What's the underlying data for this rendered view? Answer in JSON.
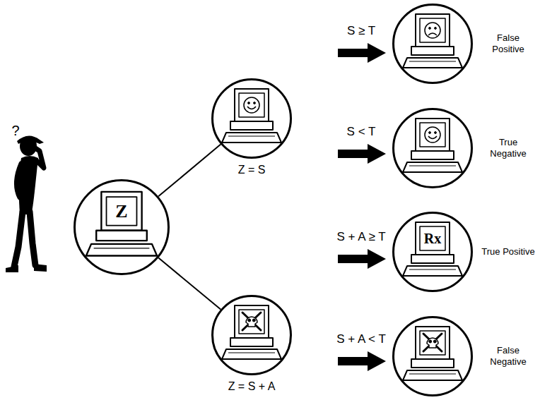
{
  "diagram": {
    "nodes": [
      {
        "text": [
          "Z"
        ]
      },
      {
        "text": [
          "Z = S"
        ]
      },
      {
        "text": [
          "Z = S + A"
        ]
      },
      {
        "text": [
          "False Positive"
        ]
      },
      {
        "text": [
          "True Negative"
        ]
      },
      {
        "text": [
          "Rx",
          "True Positive"
        ]
      },
      {
        "text": [
          "False Negative"
        ]
      }
    ],
    "edges": [
      {
        "from": 0,
        "to": 1,
        "arrow": "none"
      },
      {
        "from": 0,
        "to": 2,
        "arrow": "none"
      }
    ],
    "labels": [
      "?",
      "S ≥ T",
      "S < T",
      "S + A ≥ T",
      "S + A < T"
    ]
  }
}
